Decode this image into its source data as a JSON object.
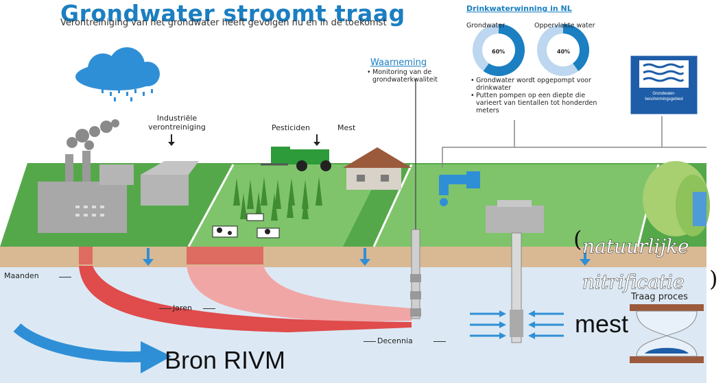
{
  "title": "Grondwater stroomt traag",
  "subtitle": "Verontreiniging van het grondwater heeft gevolgen nu en in de toekomst",
  "labels": {
    "industrial": "Industriële verontreiniging",
    "pesticides": "Pesticiden",
    "manure": "Mest",
    "observation_header": "Waarneming",
    "observation_text": "Monitoring van de grondwaterkwaliteit",
    "drinking_header": "Drinkwaterwinning in NL",
    "groundwater": "Grondwater",
    "surface_water": "Oppervlakte water",
    "groundwater_pct": "60%",
    "surface_pct": "40%",
    "drinking_bullets": [
      "Grondwater wordt opgepompt voor drinkwater",
      "Putten pompen op een diepte die varieert van tientallen tot honderden meters"
    ],
    "sign_text": "Grondwater-beschermingsgebied",
    "months": "Maanden",
    "years": "Jaren",
    "decades": "Decennia",
    "slow_process": "Traag proces",
    "nitrification": "natuurlijke nitrificatie",
    "paren_open": "(",
    "paren_close": ")",
    "mest": "mest",
    "source": "Bron RIVM"
  },
  "pie_data": [
    {
      "name": "Grondwater",
      "value": 60
    },
    {
      "name": "Oppervlakte water",
      "value": 40
    }
  ],
  "colors": {
    "title_blue": "#1b7fc1",
    "grass": "#55a84a",
    "grass_light": "#7fc46b",
    "soil": "#d9b894",
    "water": "#dce9f4",
    "plume_dark": "#e04b4b",
    "plume_light": "#f1a6a6",
    "arrow_blue": "#2f8fd6"
  },
  "icons": [
    "cloud-icon",
    "factory-icon",
    "tractor-icon",
    "cow-icon",
    "house-icon",
    "tap-icon",
    "pump-station-icon",
    "hourglass-icon",
    "protection-sign-icon",
    "tree-icon"
  ]
}
